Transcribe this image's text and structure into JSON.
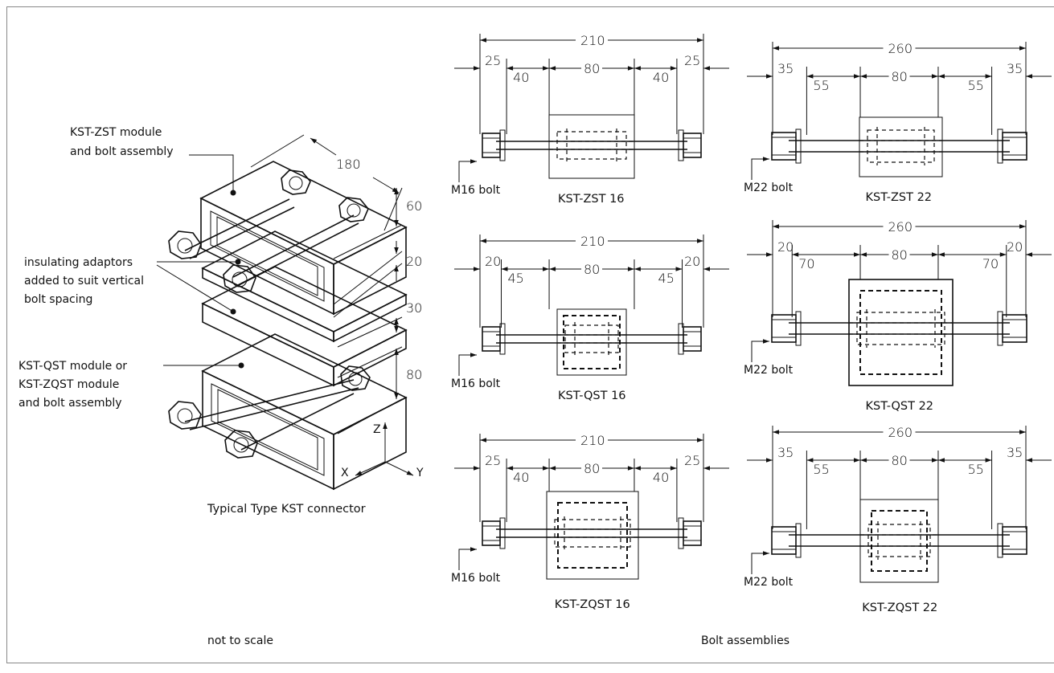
{
  "connector": {
    "callout_top": [
      "KST-ZST module",
      "and bolt assembly"
    ],
    "callout_adaptors": [
      "insulating adaptors",
      "added to suit vertical",
      "bolt spacing"
    ],
    "callout_bottom": [
      "KST-QST module or",
      "KST-ZQST module",
      "and bolt assembly"
    ],
    "dim_length": "180",
    "dim_heights": [
      "60",
      "20",
      "30",
      "80"
    ],
    "axes": {
      "z": "Z",
      "x": "X",
      "y": "Y"
    },
    "caption": "Typical Type KST connector"
  },
  "footer": {
    "scale_note": "not to scale",
    "assemblies_caption": "Bolt assemblies"
  },
  "assemblies": [
    {
      "name": "KST-ZST 16",
      "total": "210",
      "segments": [
        "25",
        "40",
        "80",
        "40",
        "25"
      ],
      "bolt": "M16 bolt"
    },
    {
      "name": "KST-ZST 22",
      "total": "260",
      "segments": [
        "35",
        "55",
        "80",
        "55",
        "35"
      ],
      "bolt": "M22 bolt"
    },
    {
      "name": "KST-QST 16",
      "total": "210",
      "segments": [
        "20",
        "45",
        "80",
        "45",
        "20"
      ],
      "bolt": "M16 bolt"
    },
    {
      "name": "KST-QST 22",
      "total": "260",
      "segments": [
        "20",
        "70",
        "80",
        "70",
        "20"
      ],
      "bolt": "M22 bolt"
    },
    {
      "name": "KST-ZQST 16",
      "total": "210",
      "segments": [
        "25",
        "40",
        "80",
        "40",
        "25"
      ],
      "bolt": "M16 bolt"
    },
    {
      "name": "KST-ZQST 22",
      "total": "260",
      "segments": [
        "35",
        "55",
        "80",
        "55",
        "35"
      ],
      "bolt": "M22 bolt"
    }
  ]
}
